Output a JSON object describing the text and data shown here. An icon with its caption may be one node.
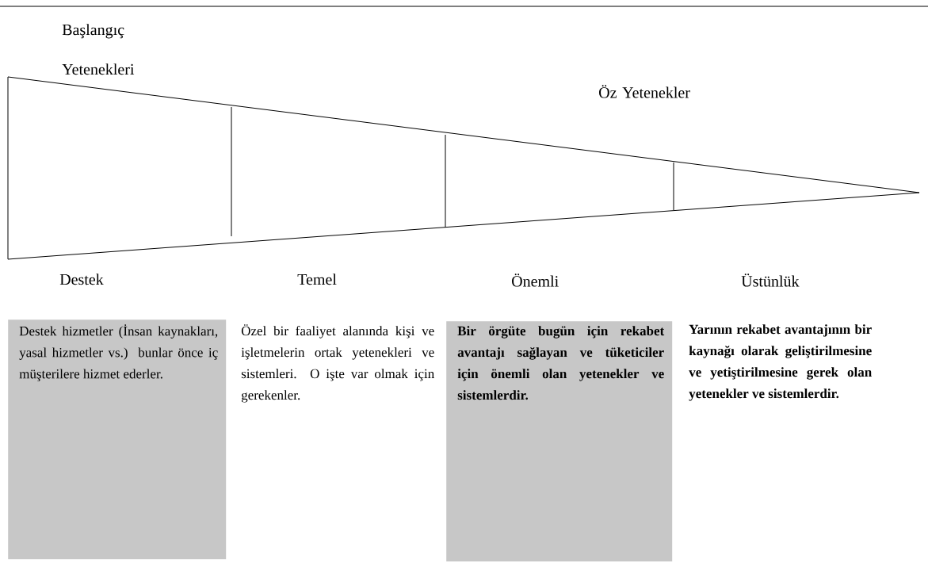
{
  "diagram": {
    "nodes": [
      {
        "text": [
          "Destek hizmetler (İnsan kaynakları, yasal hizmetler vs.) bunlar önce iç müşterilere hizmet ederler."
        ]
      },
      {
        "text": [
          "Özel bir faaliyet alanında kişi ve işletmelerin ortak yetenekleri ve sistemleri. O işte var olmak için gerekenler."
        ]
      },
      {
        "text": [
          "Bir örgüte bugün için rekabet avantajı sağlayan ve tüketiciler için önemli olan yetenekler ve sistemlerdir."
        ]
      },
      {
        "text": [
          "Yarının rekabet avantajının bir kaynağı olarak geliştirilmesine ve yetiştirilmesine gerek olan yetenekler ve sistemlerdir."
        ]
      }
    ],
    "labels": [
      "Başlangıç Yetenekleri",
      "Öz Yetenekler",
      "Destek",
      "Temel",
      "Önemli",
      "Üstünlük"
    ]
  }
}
